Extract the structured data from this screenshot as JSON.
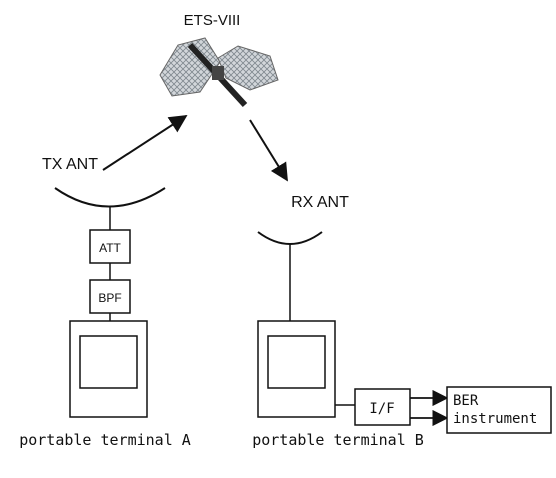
{
  "satellite": {
    "name": "ETS-VIII"
  },
  "tx": {
    "antenna_label": "TX ANT",
    "att_label": "ATT",
    "bpf_label": "BPF",
    "terminal_label": "portable terminal A"
  },
  "rx": {
    "antenna_label": "RX ANT",
    "terminal_label": "portable terminal B",
    "if_label": "I/F",
    "ber_label_line1": "BER",
    "ber_label_line2": "instrument"
  },
  "colors": {
    "stroke": "#111111",
    "panel": "#9aa3ab",
    "panel_light": "#c7ccd1"
  }
}
